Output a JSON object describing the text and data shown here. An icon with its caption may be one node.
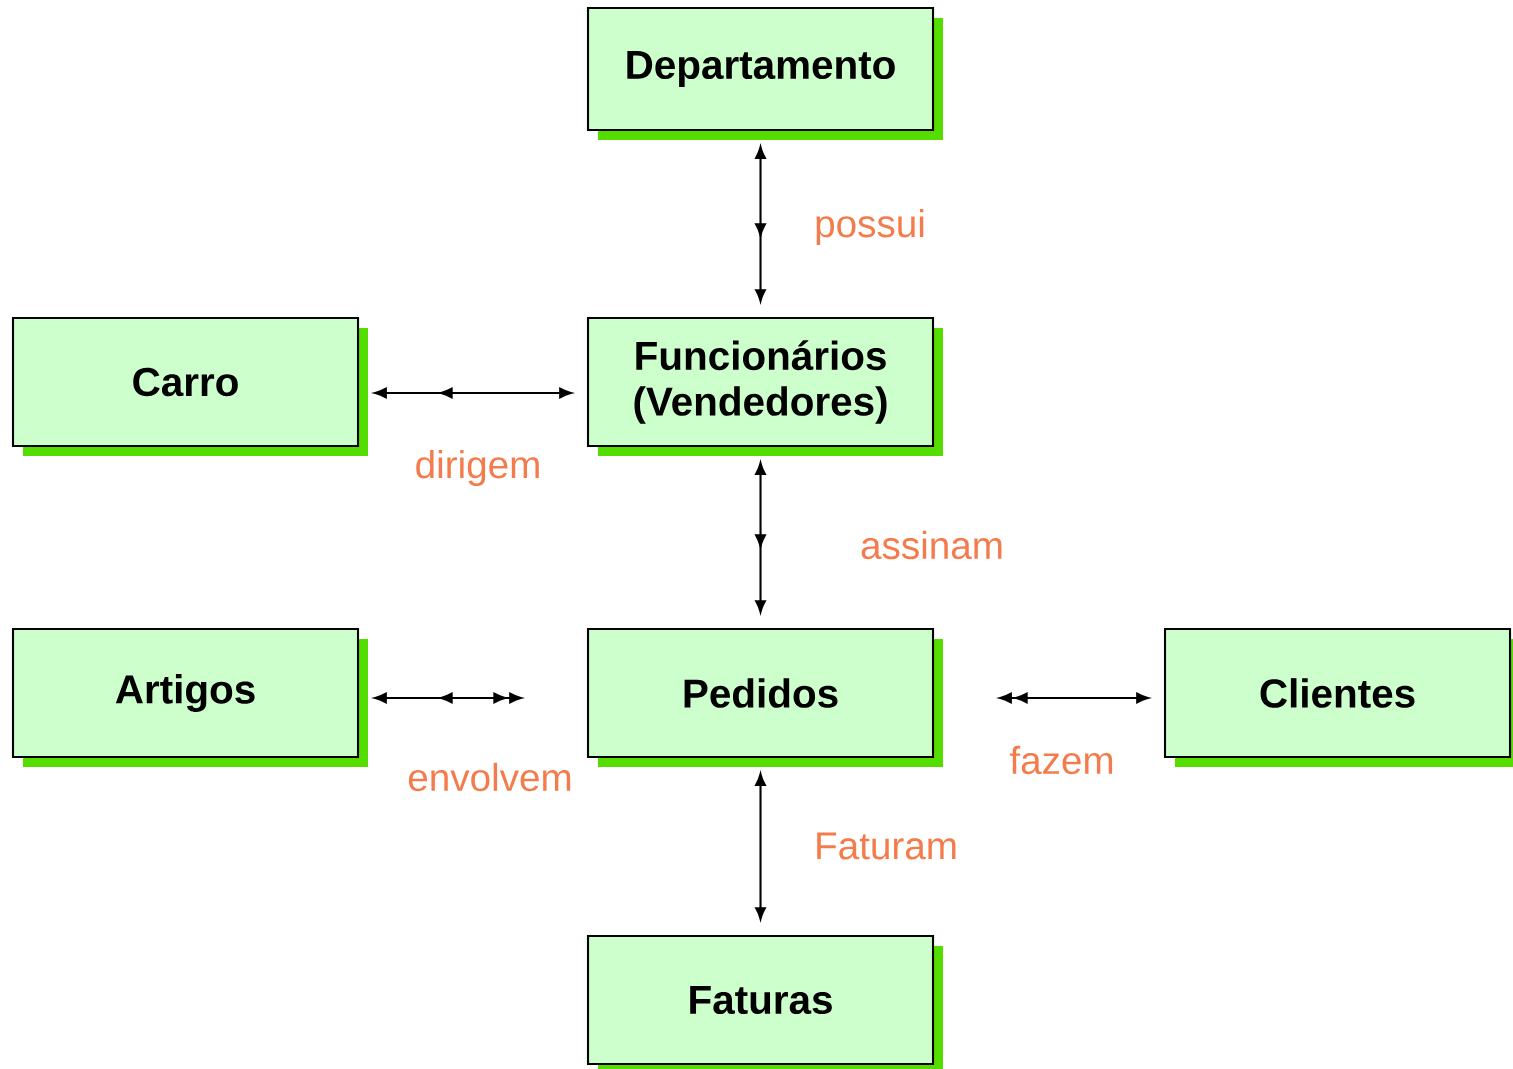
{
  "diagram": {
    "nodes": [
      {
        "text": [
          "Departamento"
        ]
      },
      {
        "text": [
          "Carro"
        ]
      },
      {
        "text": [
          "Funcionários (Vendedores)"
        ]
      },
      {
        "text": [
          "Artigos"
        ]
      },
      {
        "text": [
          "Pedidos"
        ]
      },
      {
        "text": [
          "Clientes"
        ]
      },
      {
        "text": [
          "Faturas"
        ]
      }
    ],
    "edges": [
      {
        "from": 0,
        "to": 2,
        "arrow": "both",
        "label": "possui"
      },
      {
        "from": 2,
        "to": 1,
        "arrow": "both",
        "label": "dirigem"
      },
      {
        "from": 2,
        "to": 4,
        "arrow": "both",
        "label": "assinam"
      },
      {
        "from": 4,
        "to": 3,
        "arrow": "both",
        "label": "envolvem"
      },
      {
        "from": 4,
        "to": 5,
        "arrow": "both",
        "label": "fazem"
      },
      {
        "from": 4,
        "to": 6,
        "arrow": "both",
        "label": "Faturam"
      }
    ]
  }
}
